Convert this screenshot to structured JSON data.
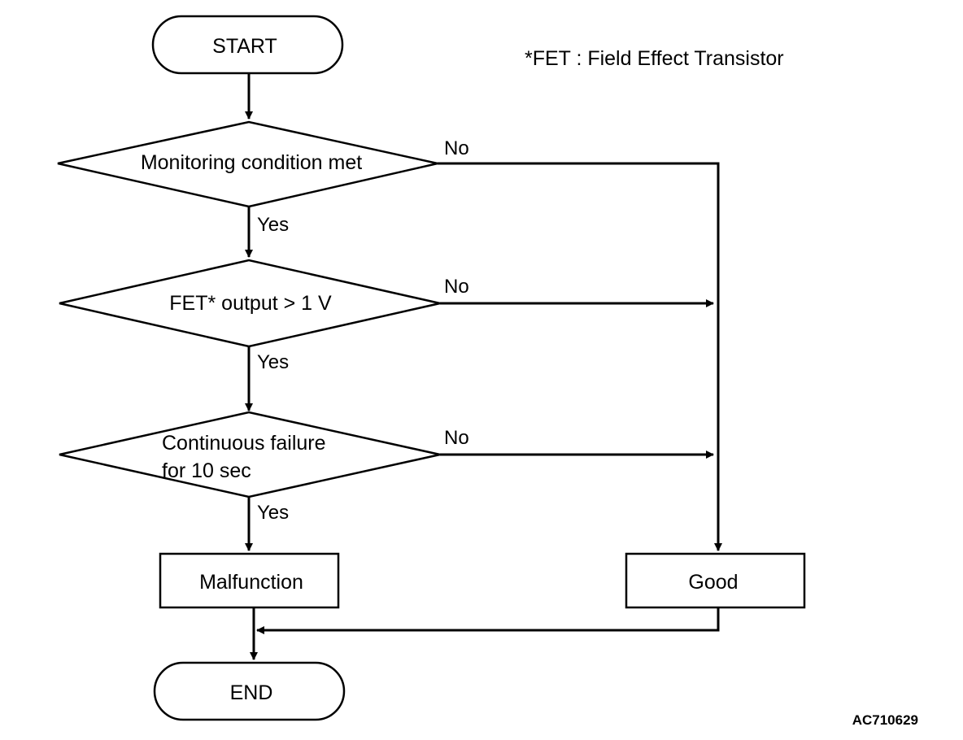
{
  "note": "*FET : Field Effect Transistor",
  "figure_id": "AC710629",
  "nodes": {
    "start": "START",
    "check_monitoring": "Monitoring condition met",
    "check_fet": "FET* output > 1 V",
    "check_continuous_line1": "Continuous failure",
    "check_continuous_line2": "for 10 sec",
    "malfunction": "Malfunction",
    "good": "Good",
    "end": "END"
  },
  "edge_labels": {
    "monitoring_no": "No",
    "monitoring_yes": "Yes",
    "fet_no": "No",
    "fet_yes": "Yes",
    "continuous_no": "No",
    "continuous_yes": "Yes"
  }
}
